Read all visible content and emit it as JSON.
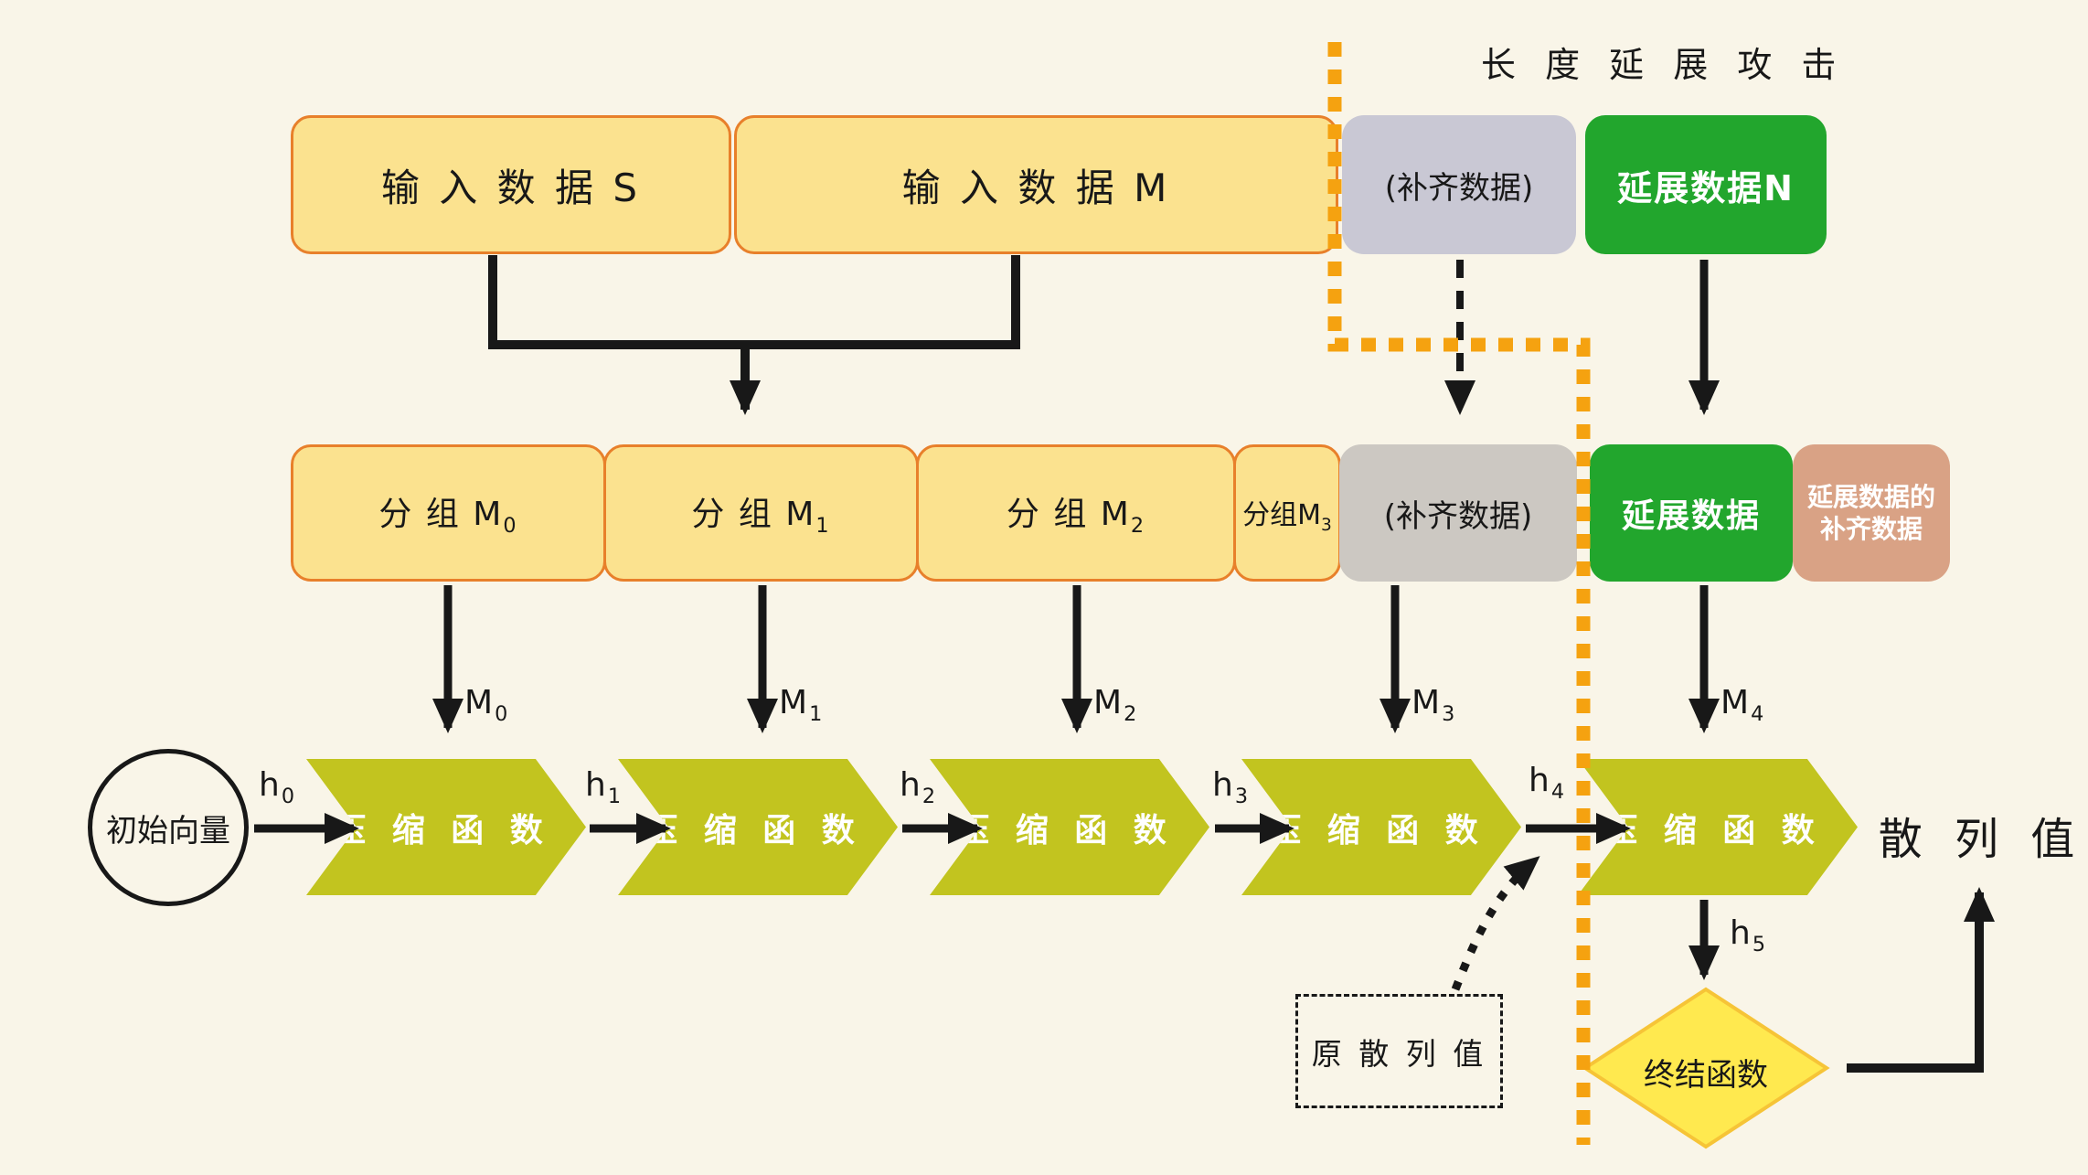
{
  "title": "长 度 延 展 攻 击",
  "row1": {
    "input_s": "输 入 数 据 S",
    "input_m": "输 入 数 据 M",
    "padding": "(补齐数据)",
    "extension_n": "延展数据N"
  },
  "row2": {
    "groups": [
      {
        "prefix": "分 组 M",
        "sub": "0"
      },
      {
        "prefix": "分 组 M",
        "sub": "1"
      },
      {
        "prefix": "分 组 M",
        "sub": "2"
      },
      {
        "prefix": "分组M",
        "sub": "3"
      }
    ],
    "padding": "(补齐数据)",
    "extension": "延展数据",
    "extension_padding": {
      "line1": "延展数据的",
      "line2": "补齐数据"
    }
  },
  "m_labels": [
    {
      "base": "M",
      "sub": "0"
    },
    {
      "base": "M",
      "sub": "1"
    },
    {
      "base": "M",
      "sub": "2"
    },
    {
      "base": "M",
      "sub": "3"
    },
    {
      "base": "M",
      "sub": "4"
    }
  ],
  "h_labels": [
    {
      "base": "h",
      "sub": "0"
    },
    {
      "base": "h",
      "sub": "1"
    },
    {
      "base": "h",
      "sub": "2"
    },
    {
      "base": "h",
      "sub": "3"
    },
    {
      "base": "h",
      "sub": "4"
    },
    {
      "base": "h",
      "sub": "5"
    }
  ],
  "initial_vector": "初始向量",
  "compression": {
    "label": "压 缩 函 数"
  },
  "original_hash": "原 散 列 值",
  "final_function": "终结函数",
  "hash_value": "散 列 值",
  "colors": {
    "background": "#F9F5E8",
    "block_yellow": "#FBE28F",
    "block_yellow_border": "#E8802B",
    "padding_gray_top": "#C9C8D4",
    "padding_gray": "#CCC8C2",
    "extension_green": "#22A62D",
    "extension_padding_tan": "#D9A285",
    "compression_olive": "#C2C41F",
    "diamond_fill": "#FFE94F",
    "diamond_border": "#F6C437",
    "attack_line_orange": "#F5A210",
    "arrow_black": "#181818"
  }
}
